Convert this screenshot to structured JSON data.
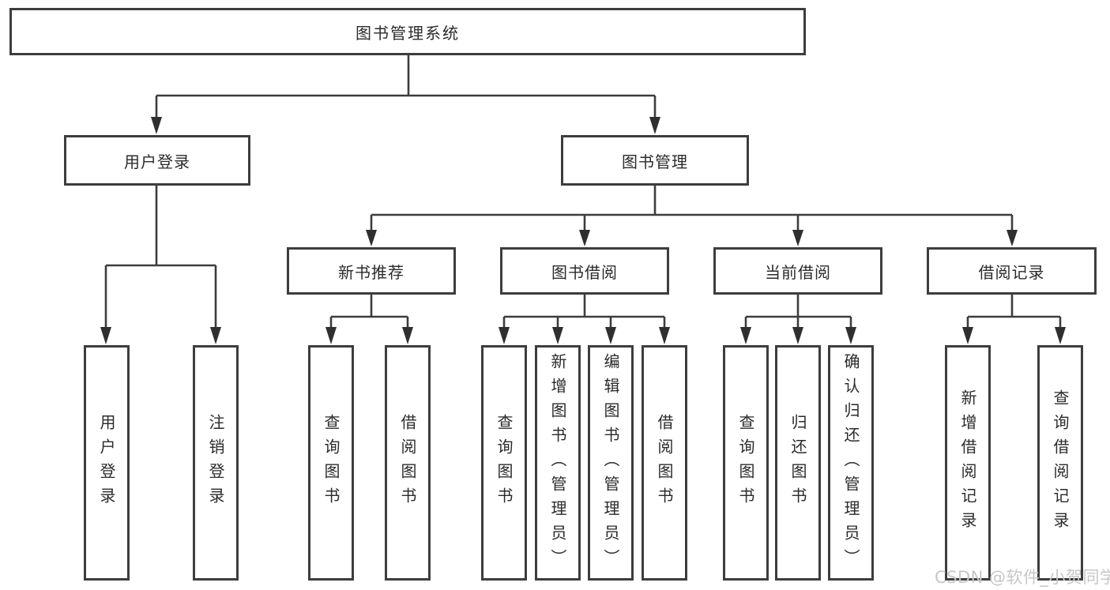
{
  "colors": {
    "line": "#3d3d3d",
    "box_border": "#3d3d3d",
    "text": "#2b2b2b",
    "watermark": "#c7c7c7",
    "background": "#ffffff"
  },
  "watermark": "CSDN @软件_小贺同学",
  "tree": {
    "root": {
      "label": "图书管理系统"
    },
    "branches": [
      {
        "label": "用户登录",
        "children": [
          {
            "label": "用户登录"
          },
          {
            "label": "注销登录"
          }
        ]
      },
      {
        "label": "图书管理",
        "children": [
          {
            "label": "新书推荐",
            "children": [
              {
                "label": "查询图书"
              },
              {
                "label": "借阅图书"
              }
            ]
          },
          {
            "label": "图书借阅",
            "children": [
              {
                "label": "查询图书"
              },
              {
                "label": "新增图书（管理员）"
              },
              {
                "label": "编辑图书（管理员）"
              },
              {
                "label": "借阅图书"
              }
            ]
          },
          {
            "label": "当前借阅",
            "children": [
              {
                "label": "查询图书"
              },
              {
                "label": "归还图书"
              },
              {
                "label": "确认归还（管理员）"
              }
            ]
          },
          {
            "label": "借阅记录",
            "children": [
              {
                "label": "新增借阅记录"
              },
              {
                "label": "查询借阅记录"
              }
            ]
          }
        ]
      }
    ]
  }
}
